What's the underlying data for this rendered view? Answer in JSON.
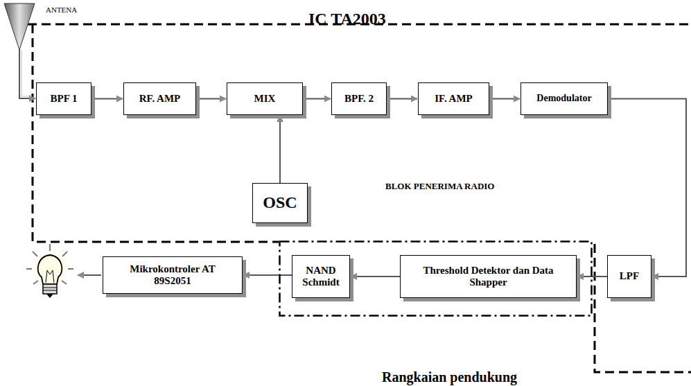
{
  "diagram": {
    "title": "IC TA2003",
    "nodes": [
      {
        "text": [
          "BPF 1"
        ]
      },
      {
        "text": [
          "RF. AMP"
        ]
      },
      {
        "text": [
          "MIX"
        ]
      },
      {
        "text": [
          "BPF. 2"
        ]
      },
      {
        "text": [
          "IF. AMP"
        ]
      },
      {
        "text": [
          "Demodulator"
        ]
      },
      {
        "text": [
          "OSC"
        ]
      },
      {
        "text": [
          "Mikrokontroler AT 89S2051"
        ]
      },
      {
        "text": [
          "Rangkaian pendukung"
        ]
      },
      {
        "text": [
          "NAND Schmidt"
        ],
        "in": 8
      },
      {
        "text": [
          "Threshold Detektor dan Data Shapper"
        ],
        "in": 8
      },
      {
        "text": [
          "LPF"
        ]
      }
    ],
    "edges": [
      {
        "from": 0,
        "to": 1,
        "arrow": "to"
      },
      {
        "from": 1,
        "to": 2,
        "arrow": "to"
      },
      {
        "from": 6,
        "to": 2,
        "arrow": "to"
      },
      {
        "from": 2,
        "to": 3,
        "arrow": "to"
      },
      {
        "from": 3,
        "to": 4,
        "arrow": "to"
      },
      {
        "from": 4,
        "to": 5,
        "arrow": "to"
      },
      {
        "from": 5,
        "to": 11,
        "arrow": "to"
      },
      {
        "from": 11,
        "to": 10,
        "arrow": "to"
      },
      {
        "from": 10,
        "to": 9,
        "arrow": "to"
      },
      {
        "from": 9,
        "to": 7,
        "arrow": "to"
      }
    ],
    "labels": [
      "ANTENA",
      "BLOK PENERIMA RADIO"
    ]
  }
}
